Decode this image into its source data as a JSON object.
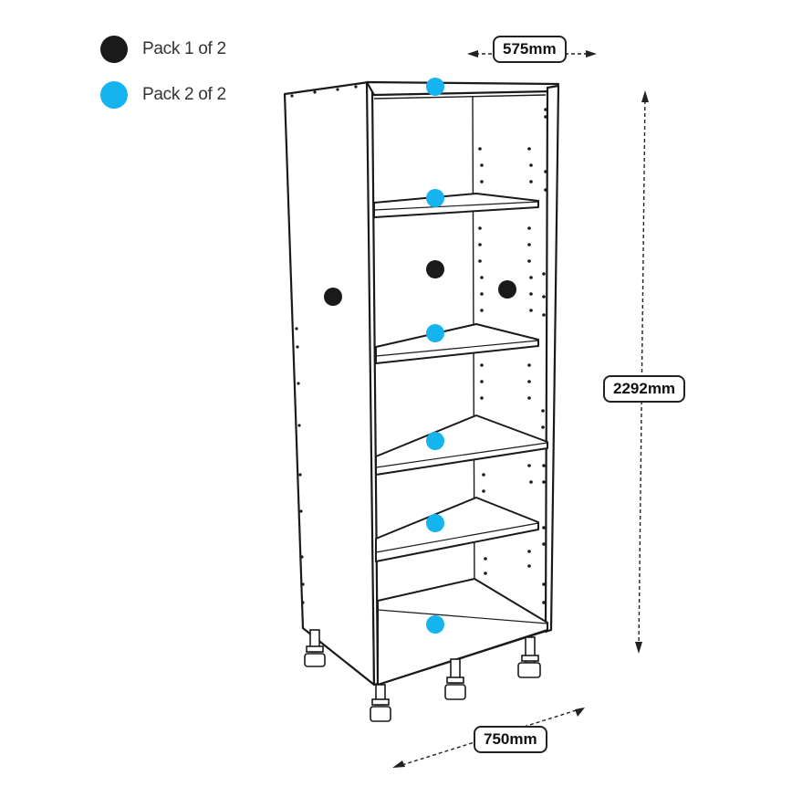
{
  "legend": {
    "pack1": {
      "label": "Pack 1 of 2",
      "color": "#1a1a1a"
    },
    "pack2": {
      "label": "Pack 2 of 2",
      "color": "#15b4ee"
    }
  },
  "dimensions": {
    "depth": "575mm",
    "height": "2292mm",
    "width": "750mm"
  },
  "colors": {
    "line": "#1a1a1a",
    "background": "#ffffff"
  }
}
